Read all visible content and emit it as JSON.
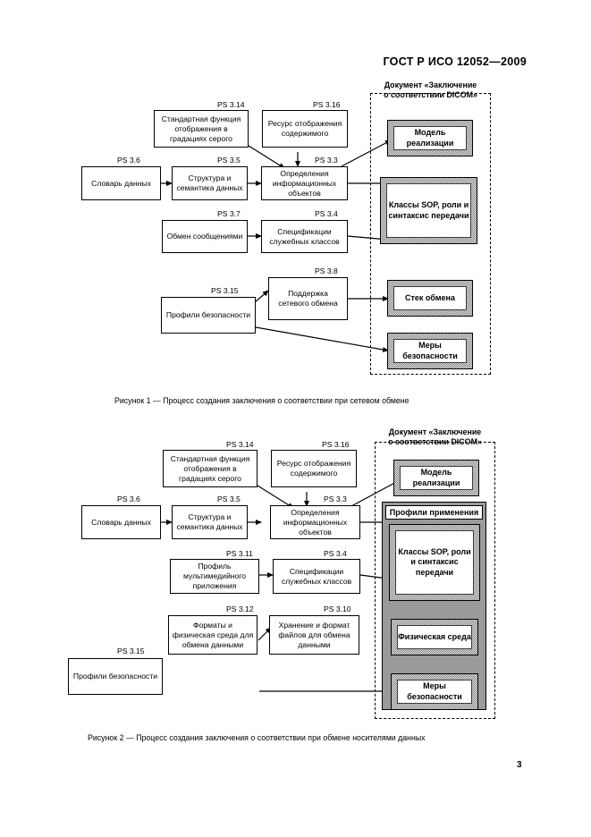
{
  "header": {
    "standard": "ГОСТ Р ИСО 12052—2009"
  },
  "page_number": "3",
  "figure1": {
    "caption": "Рисунок 1 — Процесс создания заключения о соответствии при сетевом обмене",
    "panel_title_line1": "Документ «Заключение",
    "panel_title_line2": "о соответствии DICOM»",
    "boxes": [
      {
        "ps": "PS 3.14",
        "text": "Стандартная функция отображения в градациях серого"
      },
      {
        "ps": "PS 3.16",
        "text": "Ресурс отображения содержимого"
      },
      {
        "ps": "PS 3.6",
        "text": "Словарь данных"
      },
      {
        "ps": "PS 3.5",
        "text": "Структура и семантика данных"
      },
      {
        "ps": "PS 3.3",
        "text": "Определения информационных объектов"
      },
      {
        "ps": "PS 3.7",
        "text": "Обмен сообщениями"
      },
      {
        "ps": "PS 3.4",
        "text": "Спецификации служебных классов"
      },
      {
        "ps": "PS 3.8",
        "text": "Поддержка сетевого обмена"
      },
      {
        "ps": "PS 3.15",
        "text": "Профили безопасности"
      }
    ],
    "results": [
      {
        "text": "Модель реализации"
      },
      {
        "text": "Классы SOP, роли и синтаксис передачи"
      },
      {
        "text": "Стек обмена"
      },
      {
        "text": "Меры безопасности"
      }
    ]
  },
  "figure2": {
    "caption": "Рисунок 2 — Процесс создания заключения о соответствии при обмене носителями данных",
    "panel_title_line1": "Документ «Заключение",
    "panel_title_line2": "о соответствии DICOM»",
    "grey_container_label": "Профили применения",
    "boxes": [
      {
        "ps": "PS 3.14",
        "text": "Стандартная функция отображения в градациях серого"
      },
      {
        "ps": "PS 3.16",
        "text": "Ресурс отображения содержимого"
      },
      {
        "ps": "PS 3.6",
        "text": "Словарь данных"
      },
      {
        "ps": "PS 3.5",
        "text": "Структура и семантика данных"
      },
      {
        "ps": "PS 3.3",
        "text": "Определения информационных объектов"
      },
      {
        "ps": "PS 3.11",
        "text": "Профиль мультимедийного приложения"
      },
      {
        "ps": "PS 3.4",
        "text": "Спецификации служебных классов"
      },
      {
        "ps": "PS 3.12",
        "text": "Форматы и физическая среда для обмена данными"
      },
      {
        "ps": "PS 3.10",
        "text": "Хранение и формат файлов для обмена данными"
      },
      {
        "ps": "PS 3.15",
        "text": "Профили безопасности"
      }
    ],
    "results": [
      {
        "text": "Модель реализации"
      },
      {
        "text": "Классы SOP, роли и синтаксис передачи"
      },
      {
        "text": "Физическая среда"
      },
      {
        "text": "Меры безопасности"
      }
    ]
  }
}
